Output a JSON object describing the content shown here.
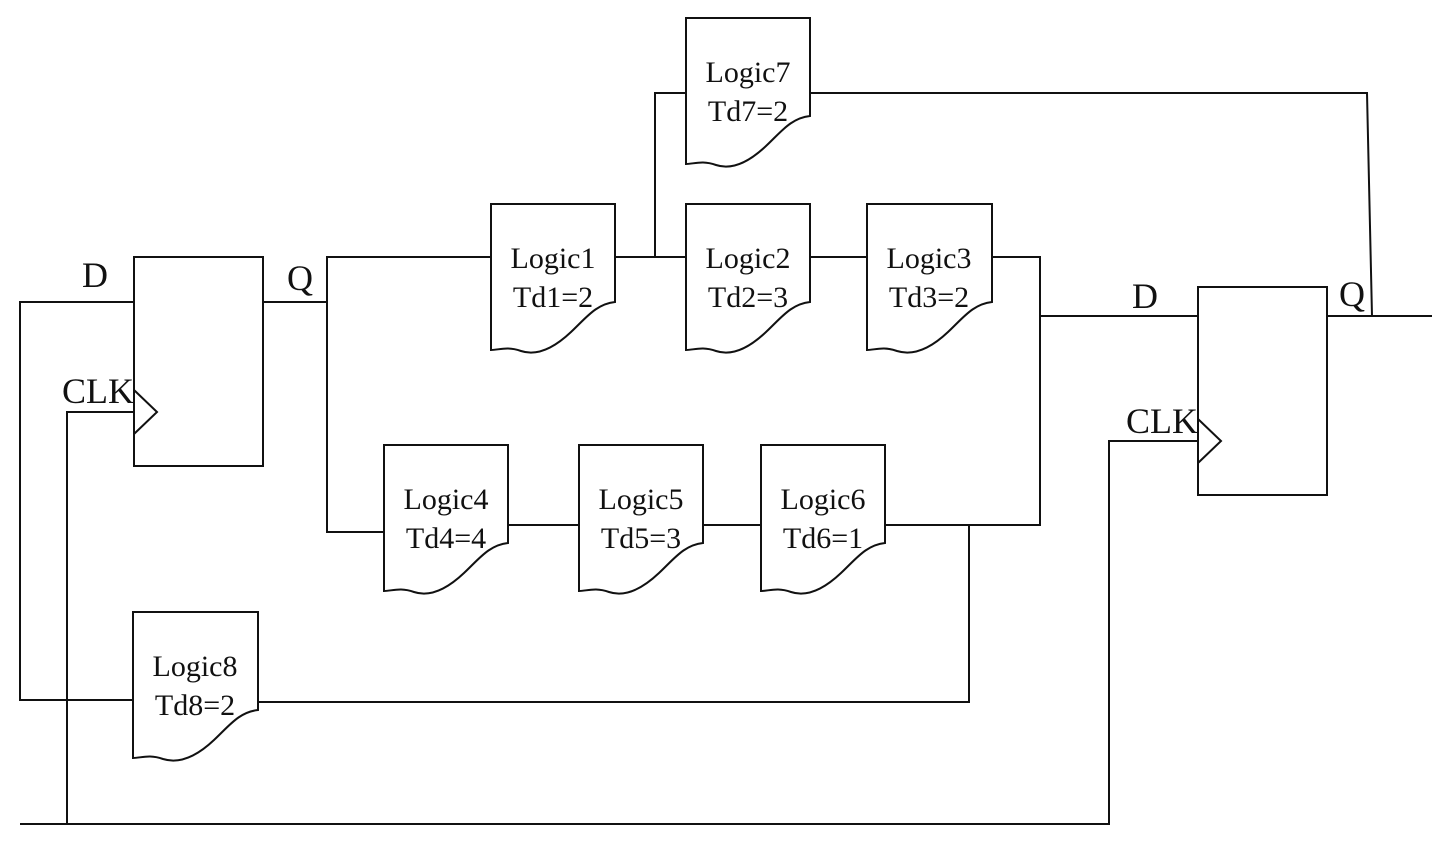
{
  "flipflops": [
    {
      "id": "ff1",
      "d_label": "D",
      "q_label": "Q",
      "clk_label": "CLK"
    },
    {
      "id": "ff2",
      "d_label": "D",
      "q_label": "Q",
      "clk_label": "CLK"
    }
  ],
  "logic_blocks": [
    {
      "id": "logic1",
      "name": "Logic1",
      "delay": "Td1=2"
    },
    {
      "id": "logic2",
      "name": "Logic2",
      "delay": "Td2=3"
    },
    {
      "id": "logic3",
      "name": "Logic3",
      "delay": "Td3=2"
    },
    {
      "id": "logic4",
      "name": "Logic4",
      "delay": "Td4=4"
    },
    {
      "id": "logic5",
      "name": "Logic5",
      "delay": "Td5=3"
    },
    {
      "id": "logic6",
      "name": "Logic6",
      "delay": "Td6=1"
    },
    {
      "id": "logic7",
      "name": "Logic7",
      "delay": "Td7=2"
    },
    {
      "id": "logic8",
      "name": "Logic8",
      "delay": "Td8=2"
    }
  ]
}
